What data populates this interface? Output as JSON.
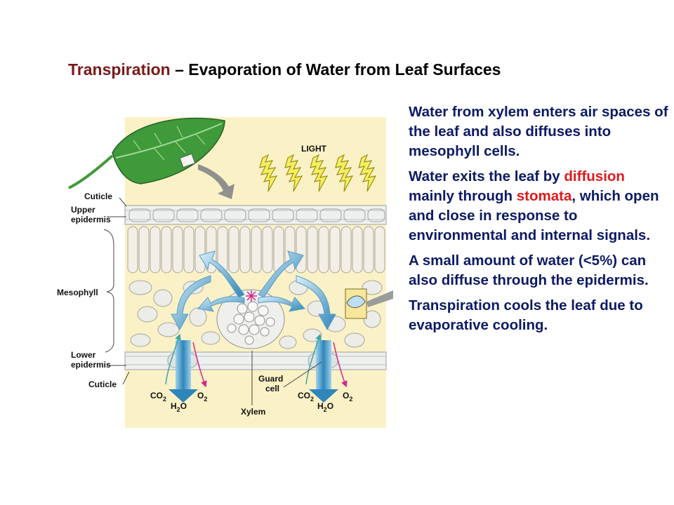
{
  "title": {
    "part1": "Transpiration",
    "separator": " – ",
    "part2": "Evaporation of Water from Leaf Surfaces"
  },
  "figure_labels": {
    "light": "LIGHT",
    "cuticle_top": "Cuticle",
    "upper_epidermis_1": "Upper",
    "upper_epidermis_2": "epidermis",
    "mesophyll": "Mesophyll",
    "lower_epidermis_1": "Lower",
    "lower_epidermis_2": "epidermis",
    "cuticle_bottom": "Cuticle",
    "guard_cell_1": "Guard",
    "guard_cell_2": "cell",
    "xylem": "Xylem",
    "co2": "CO",
    "co2_sub": "2",
    "o2": "O",
    "o2_sub": "2",
    "h2o_h": "H",
    "h2o_sub": "2",
    "h2o_o": "O"
  },
  "paragraphs": {
    "p1": "Water from xylem enters air spaces of the leaf and also diffuses into mesophyll cells.",
    "p2_a": "Water exits the leaf by ",
    "p2_kw1": "diffusion",
    "p2_b": " mainly through ",
    "p2_kw2": "stomata",
    "p2_c": ", which open and close in response to environmental and internal signals.",
    "p3": "A small amount of water (<5%) can also diffuse through the epidermis.",
    "p4": "Transpiration cools the leaf due to evaporative cooling."
  },
  "colors": {
    "title_accent": "#7a1a1a",
    "body_text": "#0c1a66",
    "keyword": "#e0191b",
    "diagram_bg": "#fbf1c6",
    "leaf_green": "#3f9a3a",
    "water_arrow": "#2f86b8"
  }
}
